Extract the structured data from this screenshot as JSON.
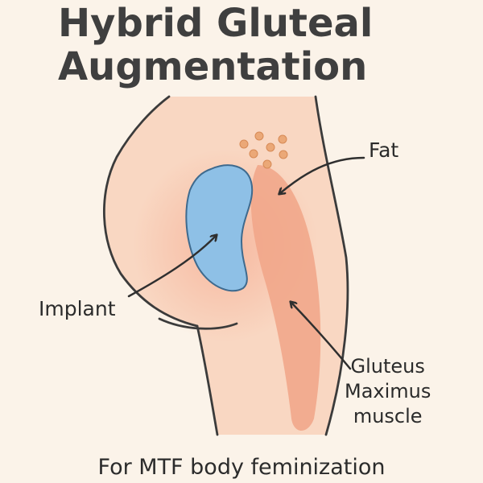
{
  "title_line1": "Hybrid Gluteal",
  "title_line2": "Augmentation",
  "labels": {
    "fat": "Fat",
    "implant": "Implant",
    "muscle": "Gluteus\nMaximus\nmuscle"
  },
  "caption": "For MTF body feminization",
  "colors": {
    "background": "#fbf3e9",
    "skin": "#f9d7c2",
    "muscle": "#f1a487",
    "implant": "#8ec0e6",
    "fat_dots": "#eba877",
    "outline": "#3b3b3b"
  }
}
